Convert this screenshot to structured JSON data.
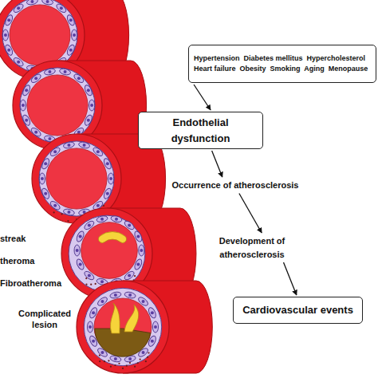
{
  "diagram": {
    "nodes": [
      {
        "text": [
          "Hypertension  Diabetes mellitus  Hypercholesterol",
          "Heart failure  Obesity  Smoking  Aging  Menopause"
        ]
      },
      {
        "text": [
          "Endothelial dysfunction"
        ]
      },
      {
        "text": [
          "Occurrence of atherosclerosis"
        ]
      },
      {
        "text": [
          "Development of atherosclerosis"
        ]
      },
      {
        "text": [
          "Cardiovascular events"
        ]
      }
    ],
    "edges": [
      {
        "from": 0,
        "to": 1,
        "arrow": "to"
      },
      {
        "from": 1,
        "to": 2,
        "arrow": "to"
      },
      {
        "from": 2,
        "to": 3,
        "arrow": "to"
      },
      {
        "from": 3,
        "to": 4,
        "arrow": "to"
      }
    ],
    "labels": [
      "streak",
      "theroma",
      "Fibroatheroma",
      "Complicated lesion"
    ]
  }
}
